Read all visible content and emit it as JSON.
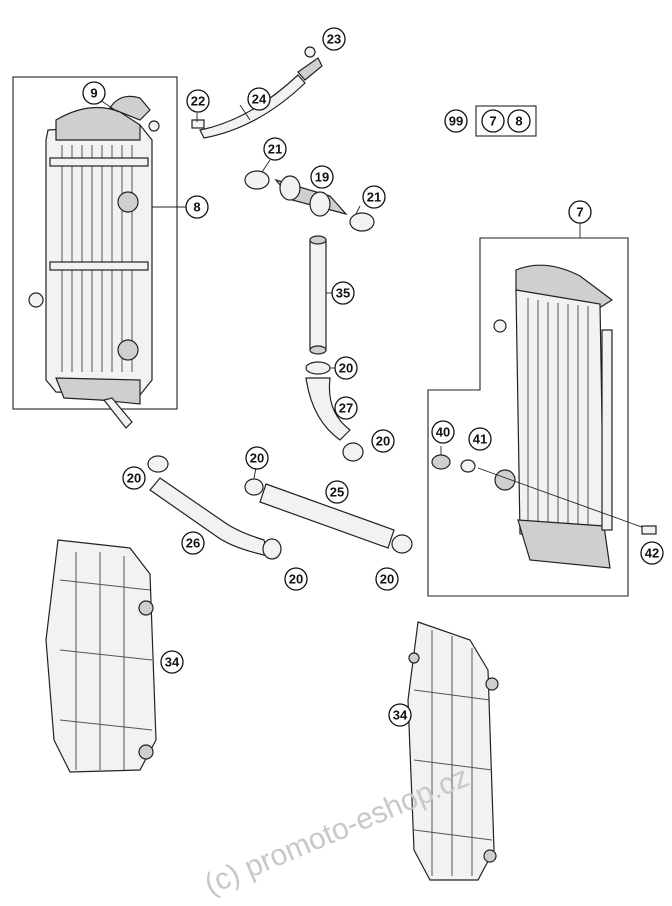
{
  "callouts": [
    {
      "id": "c-9",
      "label": "9"
    },
    {
      "id": "c-8",
      "label": "8"
    },
    {
      "id": "c-22",
      "label": "22"
    },
    {
      "id": "c-24",
      "label": "24"
    },
    {
      "id": "c-23",
      "label": "23"
    },
    {
      "id": "c-21a",
      "label": "21"
    },
    {
      "id": "c-19",
      "label": "19"
    },
    {
      "id": "c-21b",
      "label": "21"
    },
    {
      "id": "c-35",
      "label": "35"
    },
    {
      "id": "c-20a",
      "label": "20"
    },
    {
      "id": "c-27",
      "label": "27"
    },
    {
      "id": "c-20b",
      "label": "20"
    },
    {
      "id": "c-20c",
      "label": "20"
    },
    {
      "id": "c-20d",
      "label": "20"
    },
    {
      "id": "c-25",
      "label": "25"
    },
    {
      "id": "c-26",
      "label": "26"
    },
    {
      "id": "c-20e",
      "label": "20"
    },
    {
      "id": "c-20f",
      "label": "20"
    },
    {
      "id": "c-7",
      "label": "7"
    },
    {
      "id": "c-40",
      "label": "40"
    },
    {
      "id": "c-41",
      "label": "41"
    },
    {
      "id": "c-42",
      "label": "42"
    },
    {
      "id": "c-34a",
      "label": "34"
    },
    {
      "id": "c-34b",
      "label": "34"
    },
    {
      "id": "c-99",
      "label": "99"
    },
    {
      "id": "c-kit-7",
      "label": "7"
    },
    {
      "id": "c-kit-8",
      "label": "8"
    }
  ],
  "watermark": "(c) promoto-eshop.cz"
}
